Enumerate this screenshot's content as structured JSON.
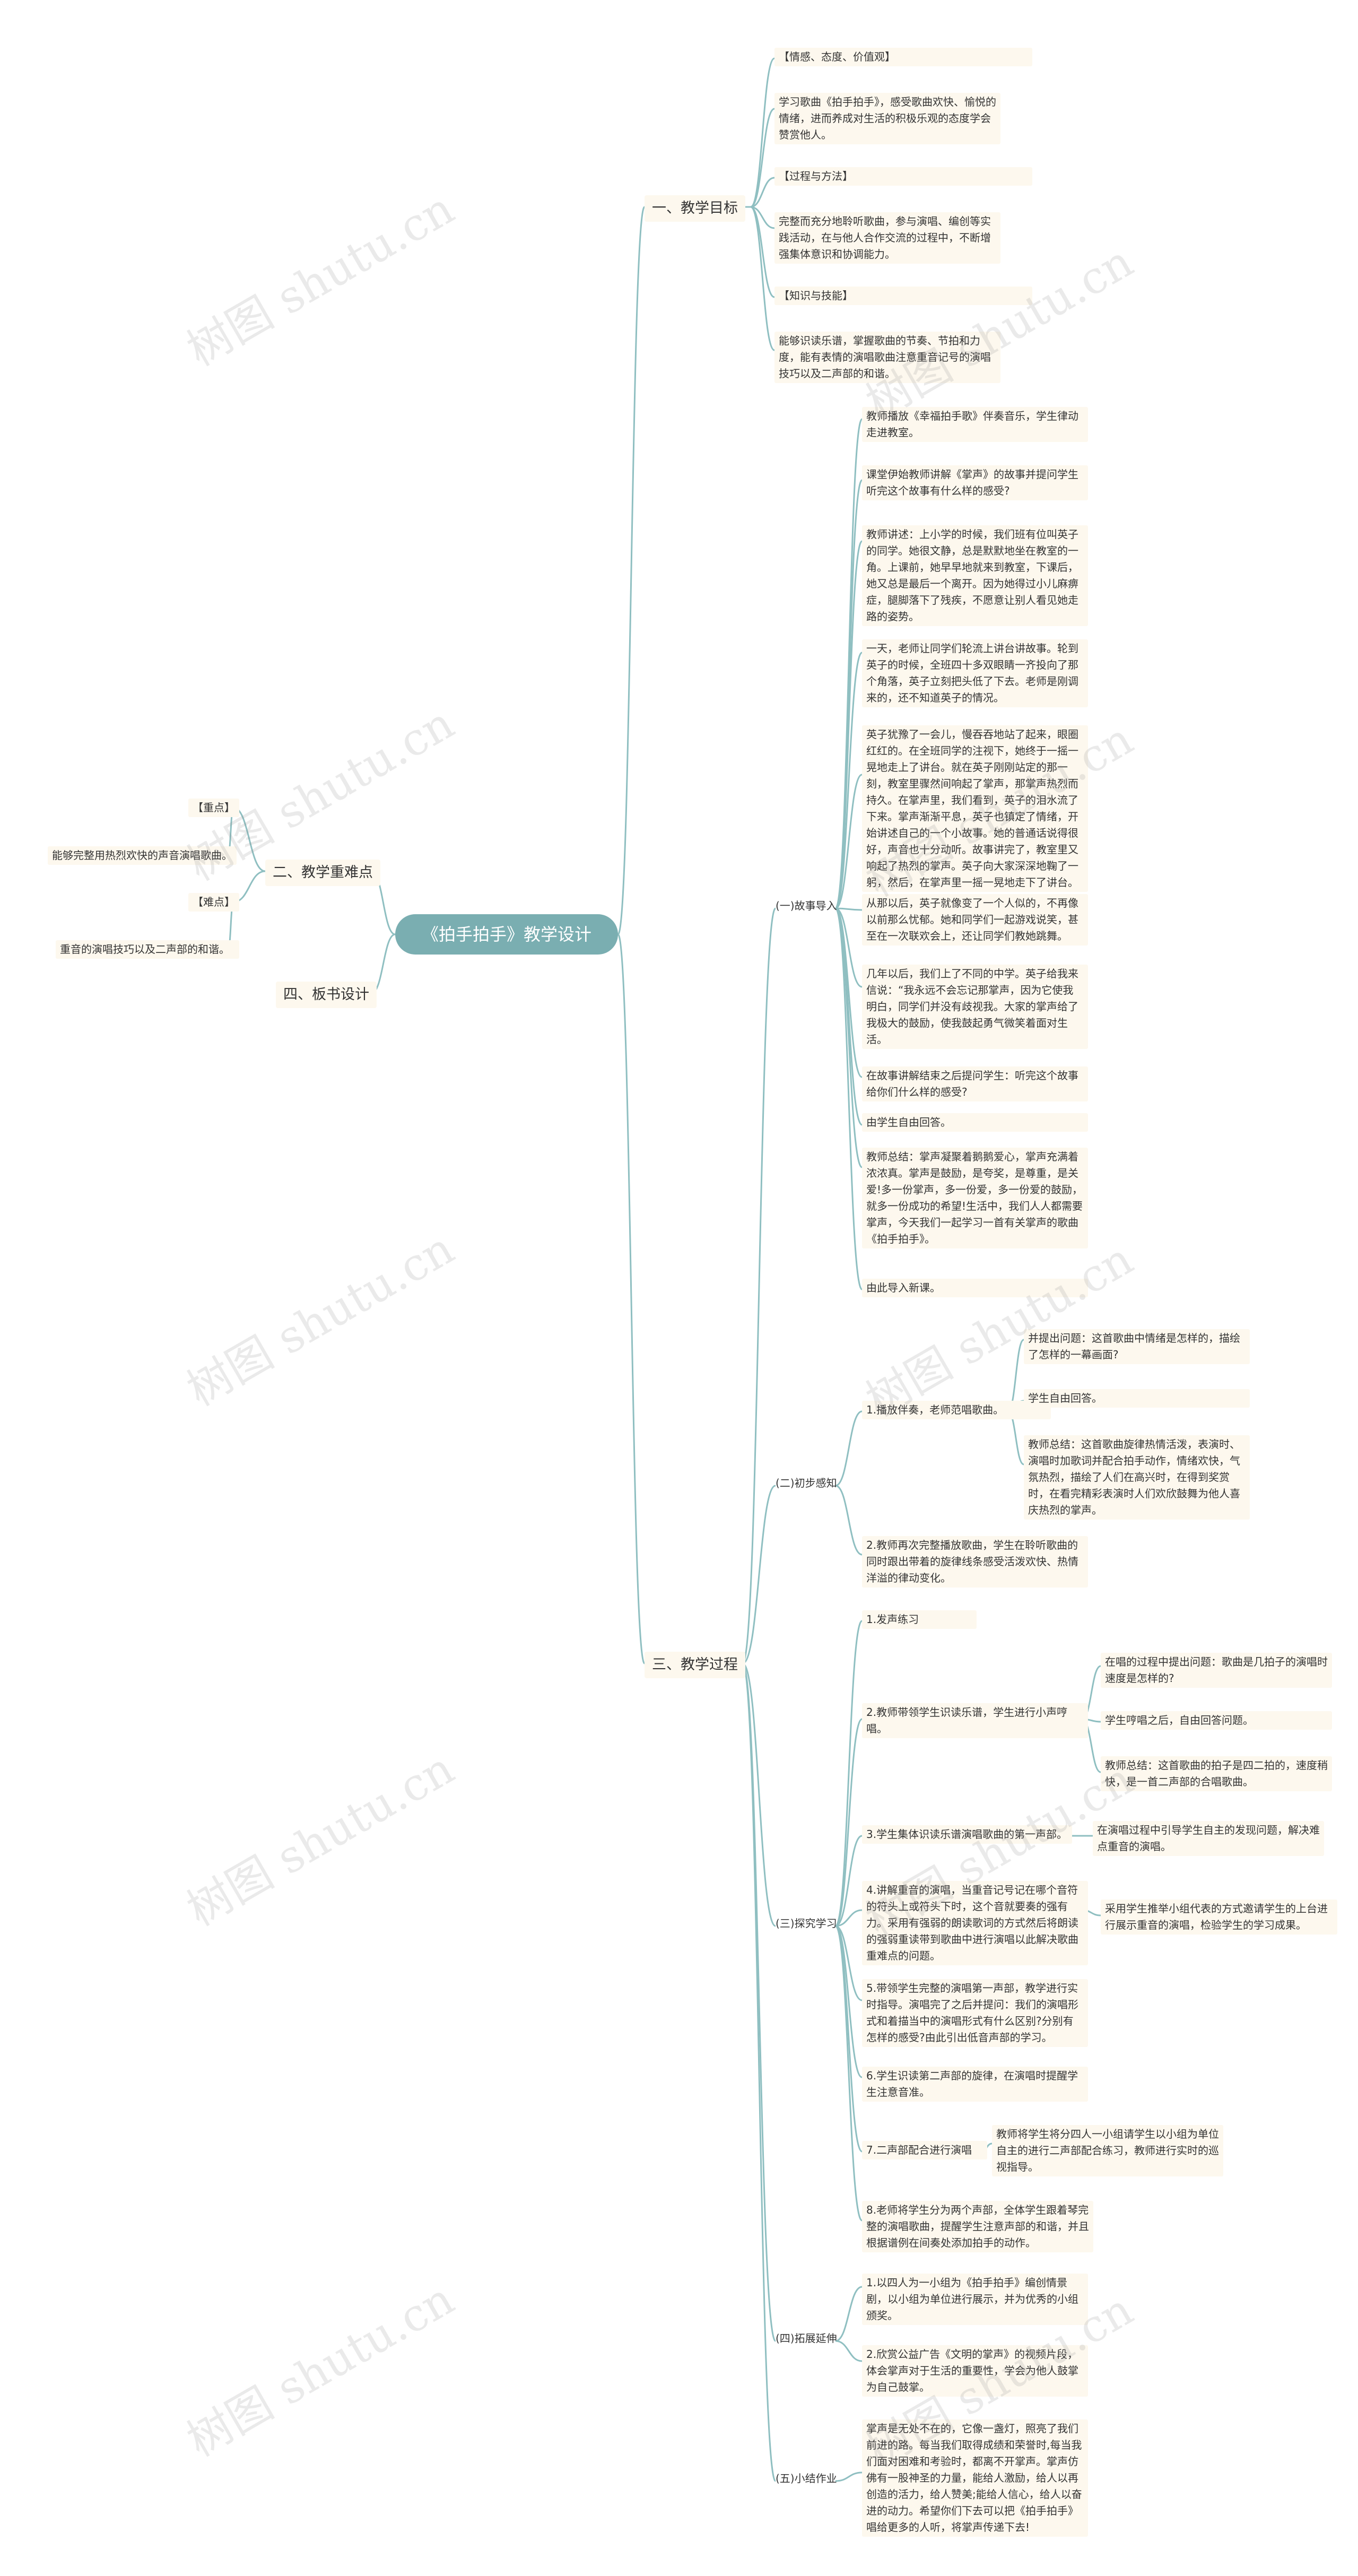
{
  "root": "《拍手拍手》教学设计",
  "branches": {
    "goals": "一、教学目标",
    "keypoints": "二、教学重难点",
    "process": "三、教学过程",
    "board": "四、板书设计"
  },
  "goals": [
    "【情感、态度、价值观】",
    "学习歌曲《拍手拍手》，感受歌曲欢快、愉悦的情绪，进而养成对生活的积极乐观的态度学会赞赏他人。",
    "【过程与方法】",
    "完整而充分地聆听歌曲，参与演唱、编创等实践活动，在与他人合作交流的过程中，不断增强集体意识和协调能力。",
    "【知识与技能】",
    "能够识读乐谱，掌握歌曲的节奏、节拍和力度，能有表情的演唱歌曲注意重音记号的演唱技巧以及二声部的和谐。"
  ],
  "keypoints": {
    "key_label": "【重点】",
    "key_text": "能够完整用热烈欢快的声音演唱歌曲。",
    "hard_label": "【难点】",
    "hard_text": "重音的演唱技巧以及二声部的和谐。"
  },
  "process": {
    "s1_label": "(一)故事导入",
    "s1": [
      "教师播放《幸福拍手歌》伴奏音乐，学生律动走进教室。",
      "课堂伊始教师讲解《掌声》的故事并提问学生听完这个故事有什么样的感受?",
      "教师讲述：上小学的时候，我们班有位叫英子的同学。她很文静，总是默默地坐在教室的一角。上课前，她早早地就来到教室，下课后，她又总是最后一个离开。因为她得过小儿麻痹症，腿脚落下了残疾，不愿意让别人看见她走路的姿势。",
      "一天，老师让同学们轮流上讲台讲故事。轮到英子的时候，全班四十多双眼睛一齐投向了那个角落，英子立刻把头低了下去。老师是刚调来的，还不知道英子的情况。",
      "英子犹豫了一会儿，慢吞吞地站了起来，眼圈红红的。在全班同学的注视下，她终于一摇一晃地走上了讲台。就在英子刚刚站定的那一刻，教室里骤然间响起了掌声，那掌声热烈而持久。在掌声里，我们看到，英子的泪水流了下来。掌声渐渐平息，英子也镇定了情绪，开始讲述自己的一个小故事。她的普通话说得很好，声音也十分动听。故事讲完了，教室里又响起了热烈的掌声。英子向大家深深地鞠了一躬，然后，在掌声里一摇一晃地走下了讲台。",
      "从那以后，英子就像变了一个人似的，不再像以前那么忧郁。她和同学们一起游戏说笑，甚至在一次联欢会上，还让同学们教她跳舞。",
      "几年以后，我们上了不同的中学。英子给我来信说：“我永远不会忘记那掌声，因为它使我明白，同学们并没有歧视我。大家的掌声给了我极大的鼓励，使我鼓起勇气微笑着面对生活。",
      "在故事讲解结束之后提问学生：听完这个故事给你们什么样的感受?",
      "由学生自由回答。",
      "教师总结：掌声凝聚着鹅鹅爱心，掌声充满着浓浓真。掌声是鼓励，是夸奖，是尊重，是关爱!多一份掌声，多一份爱，多一份爱的鼓励，就多一份成功的希望!生活中，我们人人都需要掌声，今天我们一起学习一首有关掌声的歌曲《拍手拍手》。",
      "由此导入新课。"
    ],
    "s2_label": "(二)初步感知",
    "s2_1": "1.播放伴奏，老师范唱歌曲。",
    "s2_1_children": [
      "并提出问题：这首歌曲中情绪是怎样的，描绘了怎样的一幕画面?",
      "学生自由回答。",
      "教师总结：这首歌曲旋律热情活泼，表演时、演唱时加歌词并配合拍手动作，情绪欢快，气氛热烈，描绘了人们在高兴时，在得到奖赏时，在看完精彩表演时人们欢欣鼓舞为他人喜庆热烈的掌声。"
    ],
    "s2_2": "2.教师再次完整播放歌曲，学生在聆听歌曲的同时跟出带着的旋律线条感受活泼欢快、热情洋溢的律动变化。",
    "s3_label": "(三)探究学习",
    "s3_1": "1.发声练习",
    "s3_2": "2.教师带领学生识读乐谱，学生进行小声哼唱。",
    "s3_2_children": [
      "在唱的过程中提出问题：歌曲是几拍子的演唱时速度是怎样的?",
      "学生哼唱之后，自由回答问题。",
      "教师总结：这首歌曲的拍子是四二拍的，速度稍快，是一首二声部的合唱歌曲。"
    ],
    "s3_3": "3.学生集体识读乐谱演唱歌曲的第一声部。",
    "s3_3_child": "在演唱过程中引导学生自主的发现问题，解决难点重音的演唱。",
    "s3_4": "4.讲解重音的演唱，当重音记号记在哪个音符的符头上或符头下时，这个音就要奏的强有力。采用有强弱的朗读歌词的方式然后将朗读的强弱重读带到歌曲中进行演唱以此解决歌曲重难点的问题。",
    "s3_4_child": "采用学生推举小组代表的方式邀请学生的上台进行展示重音的演唱，检验学生的学习成果。",
    "s3_5": "5.带领学生完整的演唱第一声部，教学进行实时指导。演唱完了之后并提问：我们的演唱形式和着描当中的演唱形式有什么区别?分别有怎样的感受?由此引出低音声部的学习。",
    "s3_6": "6.学生识读第二声部的旋律，在演唱时提醒学生注意音准。",
    "s3_7": "7.二声部配合进行演唱",
    "s3_7_child": "教师将学生将分四人一小组请学生以小组为单位自主的进行二声部配合练习，教师进行实时的巡视指导。",
    "s3_8": "8.老师将学生分为两个声部，全体学生跟着琴完整的演唱歌曲，提醒学生注意声部的和谐，并且根据谱例在间奏处添加拍手的动作。",
    "s4_label": "(四)拓展延伸",
    "s4": [
      "1.以四人为一小组为《拍手拍手》编创情景剧，以小组为单位进行展示，并为优秀的小组颁奖。",
      "2.欣赏公益广告《文明的掌声》的视频片段，体会掌声对于生活的重要性，学会为他人鼓掌为自己鼓掌。"
    ],
    "s5_label": "(五)小结作业",
    "s5": "掌声是无处不在的，它像一盏灯，照亮了我们前进的路。每当我们取得成绩和荣誉时,每当我们面对困难和考验时，都离不开掌声。掌声仿佛有一股神圣的力量，能给人激励，给人以再创造的活力，给人赞美;能给人信心，给人以奋进的动力。希望你们下去可以把《拍手拍手》唱给更多的人听，将掌声传递下去!"
  },
  "watermark": "树图 shutu.cn",
  "colors": {
    "line": "#8fbfc1",
    "root_bg": "#7aaeb1",
    "node_bg": "#fdf8ee"
  }
}
